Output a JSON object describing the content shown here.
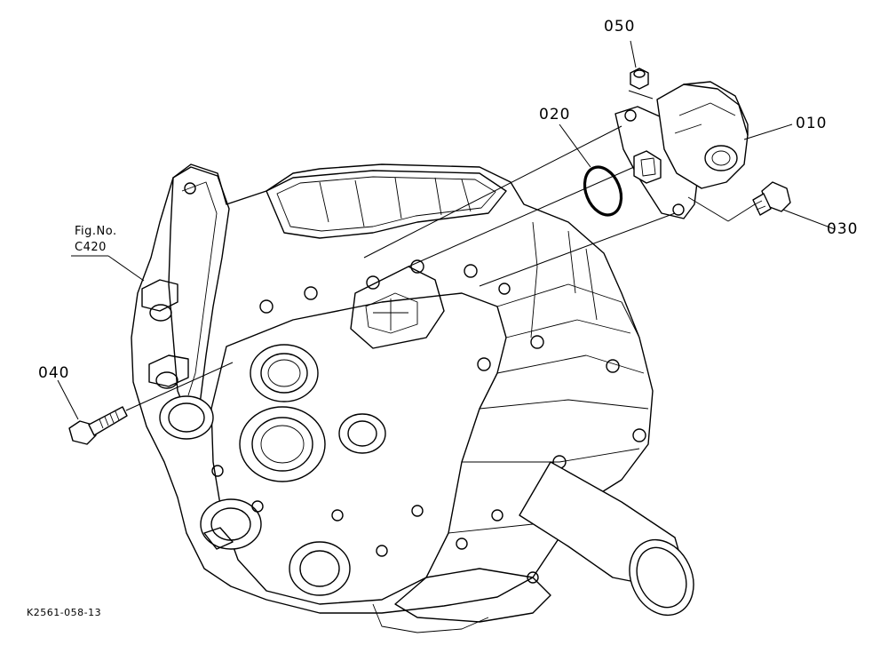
{
  "callouts": {
    "p010": "010",
    "p020": "020",
    "p030": "030",
    "p040": "040",
    "p050": "050"
  },
  "figure_ref": {
    "line1": "Fig.No.",
    "line2": "C420"
  },
  "drawing_id": "K2561-058-13"
}
